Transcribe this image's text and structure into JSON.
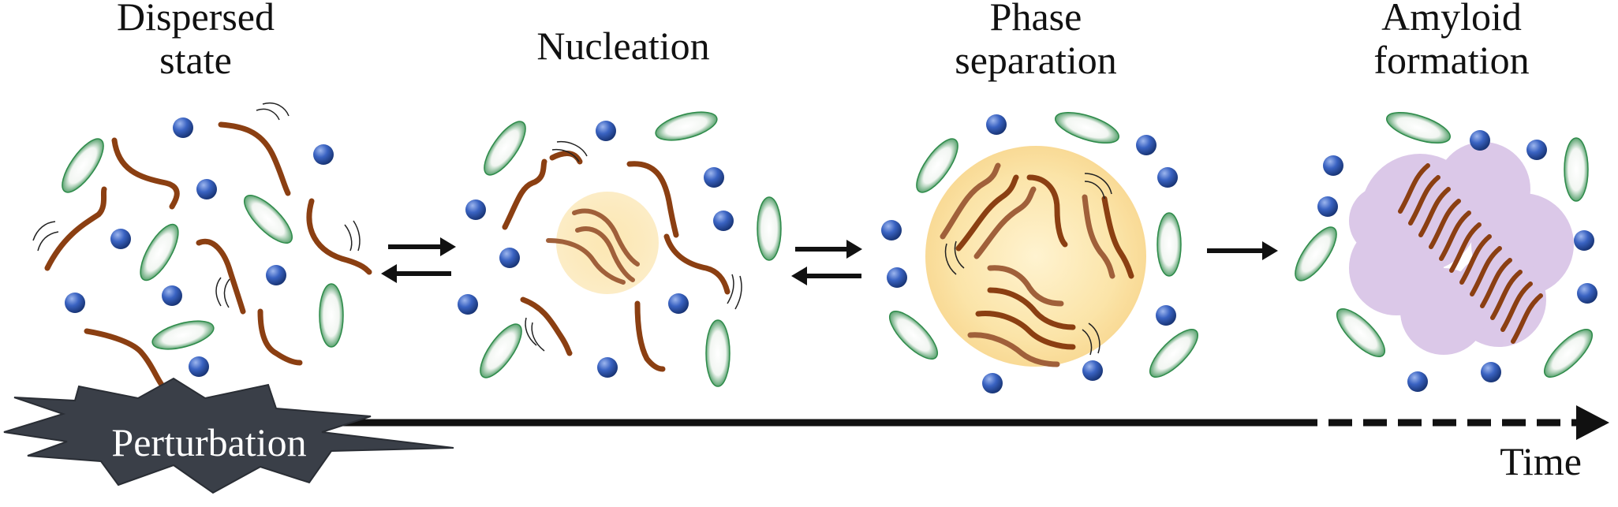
{
  "stages": [
    {
      "id": "dispersed",
      "title_line1": "Dispersed",
      "title_line2": "state"
    },
    {
      "id": "nucleation",
      "title_line1": "Nucleation",
      "title_line2": ""
    },
    {
      "id": "phase",
      "title_line1": "Phase",
      "title_line2": "separation"
    },
    {
      "id": "amyloid",
      "title_line1": "Amyloid",
      "title_line2": "formation"
    }
  ],
  "transitions": [
    "reversible",
    "reversible",
    "irreversible"
  ],
  "perturbation_label": "Perturbation",
  "time_label": "Time",
  "colors": {
    "chain": "#8B3F12",
    "chain_light": "#A86A3C",
    "sphere": "#2A4DA8",
    "ellipse_edge": "#2E8B4A",
    "droplet": "#F9DFA0",
    "amyloid_cloud": "#D8C3E6",
    "burst": "#3A3F48"
  }
}
